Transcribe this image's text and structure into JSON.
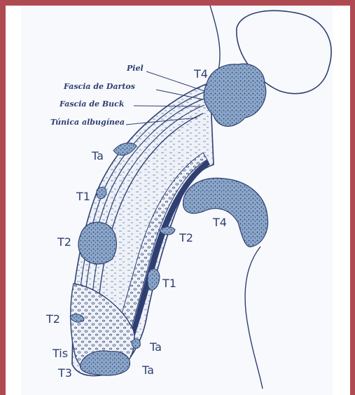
{
  "layer_labels": {
    "piel": "Piel",
    "dartos": "Fascia de Dartos",
    "buck": "Fascia de Buck",
    "albuginea": "Túnica albugínea"
  },
  "stage_labels": {
    "t4_top": "T4",
    "ta_dorsal": "Ta",
    "t1_left": "T1",
    "t2_left": "T2",
    "t4_right": "T4",
    "t2_right": "T2",
    "t1_right": "T1",
    "t2_glans": "T2",
    "tis": "Tis",
    "ta_glans": "Ta",
    "t3": "T3",
    "ta_bottom": "Ta"
  },
  "colors": {
    "frame": "#b04a52",
    "ink": "#2f3f72",
    "tumor_fill": "#8aa6c8",
    "tissue": "#e9eef6"
  }
}
